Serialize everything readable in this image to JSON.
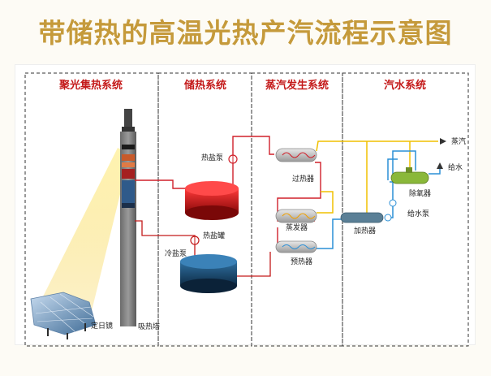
{
  "title": "带储热的高温光热产汽流程示意图",
  "sections": {
    "collector": "聚光集热系统",
    "storage": "储热系统",
    "steam_gen": "蒸汽发生系统",
    "steam_water": "汽水系统"
  },
  "labels": {
    "heliostat": "定日镜",
    "receiver_tower": "吸热塔",
    "hot_salt_pump": "热盐泵",
    "hot_salt_tank": "热盐罐",
    "cold_salt_pump": "冷盐泵",
    "superheater": "过热器",
    "evaporator": "蒸发器",
    "preheater": "预热器",
    "heater": "加热器",
    "deaerator": "除氧器",
    "feed_pump": "给水泵",
    "feed_water": "给水",
    "steam": "蒸汽"
  },
  "colors": {
    "title": "#c59a3b",
    "section": "#c41a1a",
    "hot_line": "#d0202a",
    "cold_line": "#2a8fd6",
    "water_line": "#f0c000"
  }
}
